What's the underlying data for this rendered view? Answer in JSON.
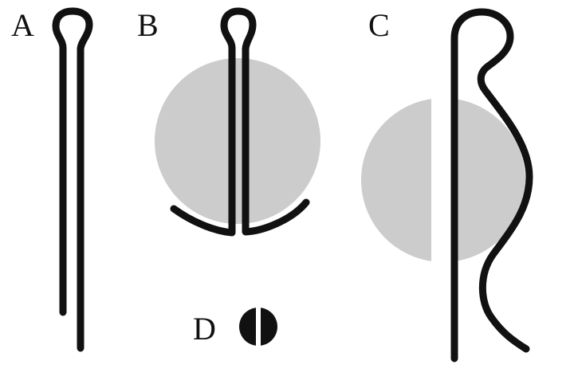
{
  "figure": {
    "panels": [
      {
        "id": "A",
        "label": "A",
        "depicts": "cotter-pin"
      },
      {
        "id": "B",
        "label": "B",
        "depicts": "cotter-pin-in-hole"
      },
      {
        "id": "C",
        "label": "C",
        "depicts": "hitch-pin-clip"
      },
      {
        "id": "D",
        "label": "D",
        "depicts": "pin-cross-section"
      }
    ],
    "colors": {
      "pin": "#111111",
      "shaft": "#cccccc",
      "background": "#ffffff"
    }
  }
}
